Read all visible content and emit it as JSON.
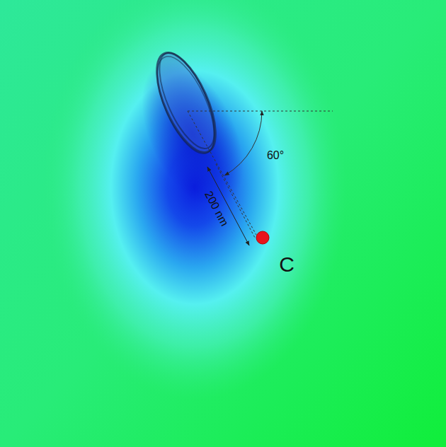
{
  "diagram": {
    "labels": [
      "60°",
      "200 nm",
      "C"
    ]
  }
}
